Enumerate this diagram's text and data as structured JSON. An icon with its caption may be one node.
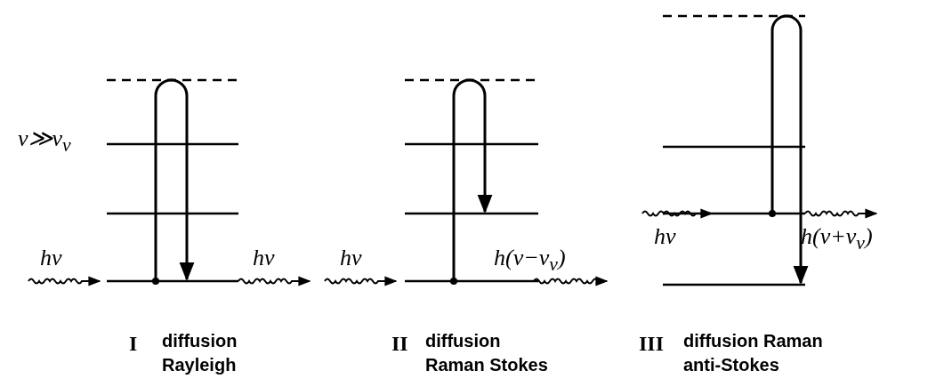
{
  "diagram": {
    "labels": [
      "ν≫ν$_{v}$",
      "hν",
      "h(ν+ν$_{v}$)",
      "hν",
      "hν",
      "hν",
      "h(ν−ν$_{v}$)",
      "I",
      "diffusion Rayleigh",
      "II",
      "diffusion Raman Stokes",
      "III",
      "diffusion Raman anti-Stokes"
    ]
  }
}
